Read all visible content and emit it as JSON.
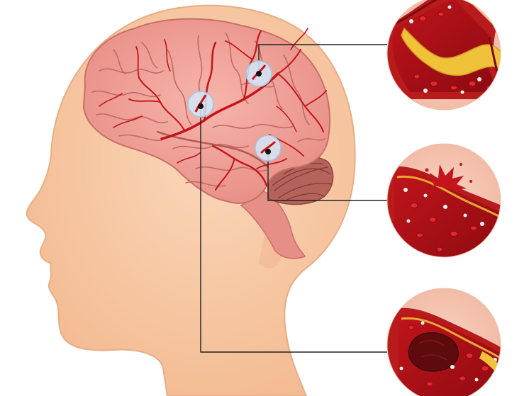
{
  "colors": {
    "background": "#ffffff",
    "skin": "#f6c39c",
    "skin_edge": "#e4a883",
    "skin_inner": "#fad3b3",
    "brain": "#f2a39a",
    "brain_fold": "#c96f68",
    "brain_shadow": "#d98780",
    "brainstem": "#e58f86",
    "cerebellum": "#b0584f",
    "artery": "#c4141c",
    "artery_dark": "#8e0d12",
    "marker_ring": "#d4e6f7",
    "marker_ring_edge": "#9ec4e6",
    "marker_dot": "#111111",
    "leader_line": "#222222",
    "zoom_bg": "#f6c8b6",
    "vessel_wall": "#b81b1b",
    "blood": "#a40f14",
    "plaque": "#f0c23a",
    "cell": "#e52830",
    "platelet": "#f4f1ea",
    "clot": "#5e0b0e"
  },
  "markers": [
    {
      "name": "marker-parietal",
      "links_to": "zoom-atherosclerosis"
    },
    {
      "name": "marker-frontal",
      "links_to": "zoom-embolism"
    },
    {
      "name": "marker-temporal",
      "links_to": "zoom-hemorrhage"
    }
  ],
  "zoom_views": [
    {
      "name": "zoom-atherosclerosis",
      "icon": "plaque-narrowed-artery-icon"
    },
    {
      "name": "zoom-hemorrhage",
      "icon": "ruptured-artery-icon"
    },
    {
      "name": "zoom-embolism",
      "icon": "blood-clot-artery-icon"
    }
  ]
}
